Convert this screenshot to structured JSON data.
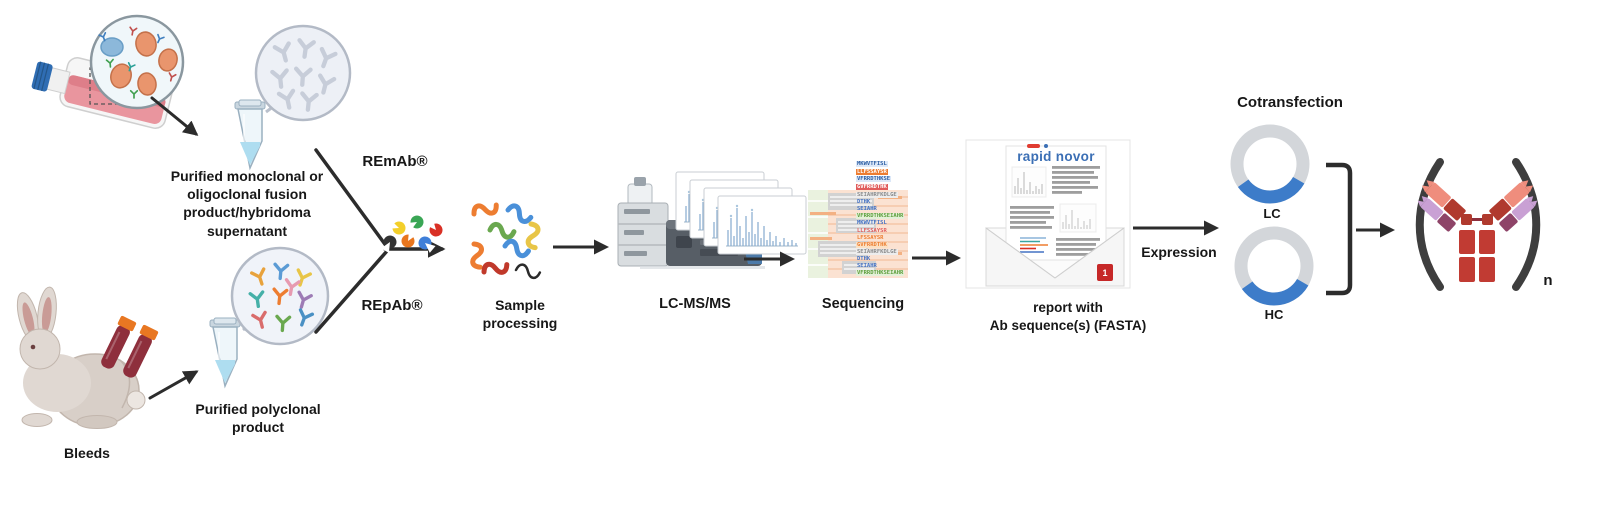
{
  "sources": {
    "monoclonal_label": "Purified monoclonal or\noligoclonal fusion\nproduct/hybridoma\nsupernatant",
    "polyclonal_label": "Purified polyclonal\nproduct",
    "rabbit_label": "Bleeds"
  },
  "branches": {
    "monoclonal": "REmAb®",
    "polyclonal": "REpAb®"
  },
  "steps": {
    "sample_processing": "Sample\nprocessing",
    "lcmsms": "LC-MS/MS",
    "sequencing": "Sequencing",
    "report_caption": "report with\nAb sequence(s) (FASTA)",
    "expression": "Expression",
    "cotransfection": "Cotransfection"
  },
  "report": {
    "logo": "rapid novor",
    "badge_count": "1"
  },
  "plasmids": {
    "light_chain_label": "LC",
    "heavy_chain_label": "HC"
  },
  "antibody": {
    "multimer_subscript": "n"
  },
  "sequencing_panel": {
    "query_rows": [
      {
        "text": "MKWVTFISL",
        "color": "#2e5fa3",
        "bg": "#dce8f8"
      },
      {
        "text": "LLFSSAYSR",
        "color": "#ffffff",
        "bg": "#ed7d31"
      },
      {
        "text": "VFRRDTHKSE",
        "color": "#2e5fa3",
        "bg": "#dce8f8"
      },
      {
        "text": "GVFRRDTHK",
        "color": "#ffffff",
        "bg": "#e05c5c"
      }
    ],
    "match_rows": [
      {
        "text": "SEIAHRFKDLGE",
        "color": "#8a8a8a",
        "bg": "#ededed"
      },
      {
        "text": "DTHK",
        "color": "#4472c4",
        "bg": "transparent"
      },
      {
        "text": "SEIAHR",
        "color": "#4472c4",
        "bg": "transparent"
      },
      {
        "text": "VFRRDTHKSEIAHR",
        "color": "#5d9e3c",
        "bg": "#e4f0d8"
      },
      {
        "text": "MKWVTFISL",
        "color": "#4472c4",
        "bg": "transparent"
      },
      {
        "text": "LLFSSAYSR",
        "color": "#e05c5c",
        "bg": "transparent"
      },
      {
        "text": "LFSSAYSR",
        "color": "#ed7d31",
        "bg": "transparent"
      },
      {
        "text": "GVFRRDTHK",
        "color": "#ed7d31",
        "bg": "#fbe0c2"
      },
      {
        "text": "SEIAHRFKDLGE",
        "color": "#8a8a8a",
        "bg": "#ededed"
      },
      {
        "text": "DTHK",
        "color": "#4472c4",
        "bg": "transparent"
      },
      {
        "text": "SEIAHR",
        "color": "#4472c4",
        "bg": "transparent"
      },
      {
        "text": "VFRRDTHKSEIAHR",
        "color": "#5d9e3c",
        "bg": "#e4f0d8"
      }
    ]
  },
  "colors": {
    "brand_blue": "#3b6fb5",
    "brand_red": "#e03c31",
    "badge_red": "#c62828",
    "plasmid_insert_blue": "#3d7cc9",
    "plasmid_backbone_gray": "#d3d6da",
    "arrow_black": "#2c2c2c",
    "antibody_heavy_red": "#c13b33",
    "antibody_tip_salmon": "#ef8d7d",
    "antibody_light_purple": "#c9a0d4",
    "antibody_light_dark": "#8e4468",
    "alignment_peach": "#fbe2d2"
  }
}
